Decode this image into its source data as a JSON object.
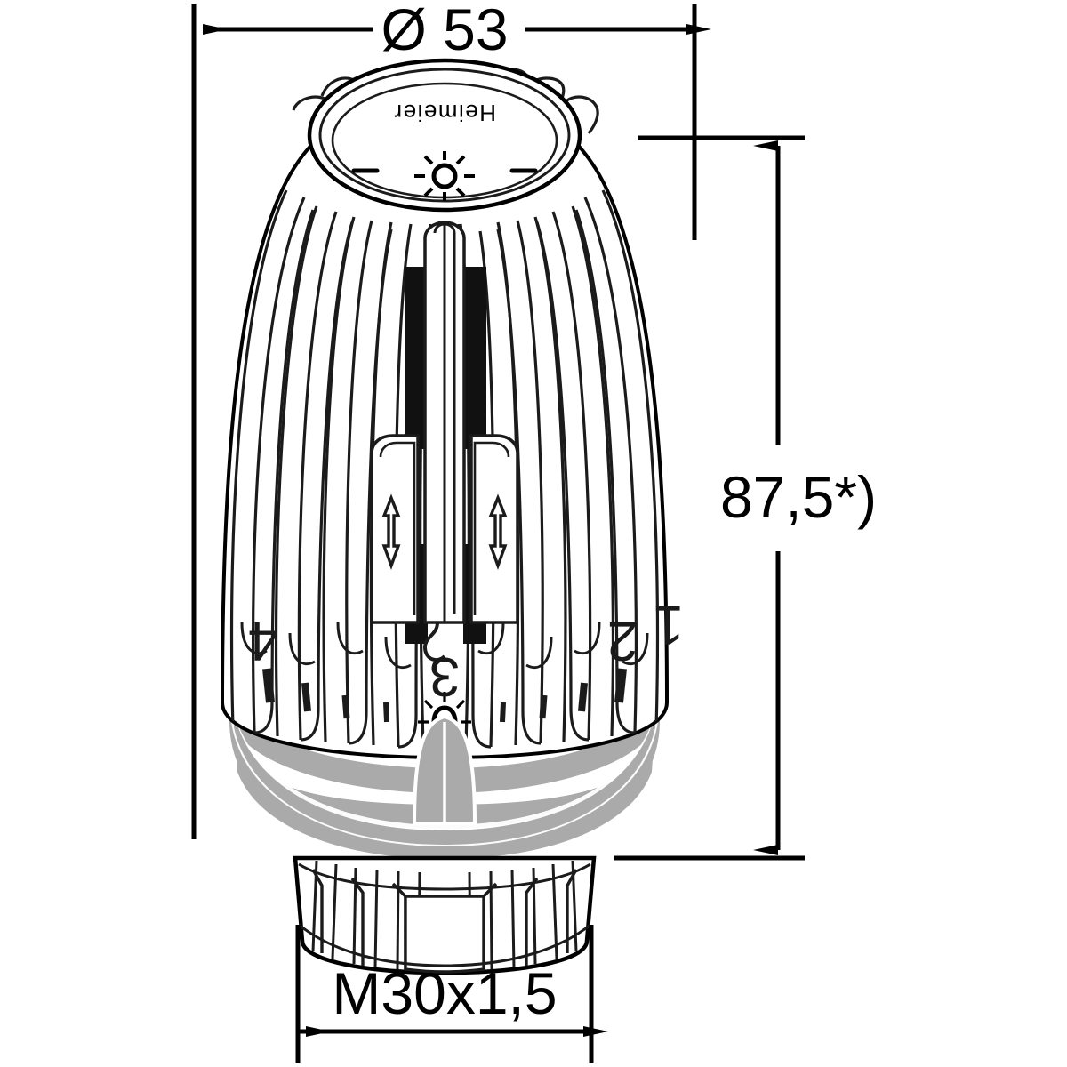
{
  "drawing": {
    "title": "Thermostatic radiator valve head - dimensioned technical drawing",
    "subject": "Heimeier thermostatic head",
    "brand": "Heimeier",
    "line_color": "#000000",
    "body_fill": "#ffffff",
    "collar_gray": "#aaaaaa",
    "slot_dark": "#111111"
  },
  "dimensions": {
    "diameter": {
      "label": "Ø 53",
      "value": 53,
      "unit": "mm",
      "symbol": "Ø",
      "orientation": "horizontal",
      "position": "top",
      "arrow_style": "outward"
    },
    "height": {
      "label": "87,5*)",
      "value": 87.5,
      "unit": "mm",
      "footnote_marker": "*)",
      "orientation": "vertical",
      "position": "right",
      "arrow_style": "inward"
    },
    "thread": {
      "label": "M30x1,5",
      "designation": "M30",
      "pitch": "1,5",
      "unit": "mm",
      "orientation": "horizontal",
      "position": "bottom",
      "arrow_style": "inward"
    }
  },
  "scale_ring": {
    "numbers": [
      "4",
      "3",
      "2",
      "1"
    ],
    "sun_symbol": "☀",
    "tick_count_major": 4,
    "tick_count_minor": 5,
    "note": "setting scale with frost/sun markings"
  },
  "cap": {
    "brand_text": "Heimeier",
    "sun_symbol": "☀",
    "dash_left": "–",
    "dash_right": "–"
  },
  "adjuster": {
    "arrow_symbol": "↕",
    "arrow_count": 2,
    "description": "up-down adjustment arrows on locking clips"
  }
}
